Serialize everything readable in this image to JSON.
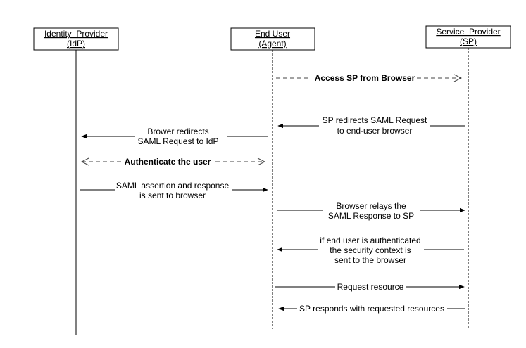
{
  "actors": [
    {
      "id": "idp",
      "lines": [
        "Identity  Provider",
        "(IdP)"
      ]
    },
    {
      "id": "user",
      "lines": [
        "End User",
        "(Agent)"
      ]
    },
    {
      "id": "sp",
      "lines": [
        "Service  Provider",
        "(SP)"
      ]
    }
  ],
  "messages": [
    {
      "id": "access-sp",
      "lines": [
        "Access SP from Browser"
      ],
      "bold": true,
      "dashed": true,
      "from": "user",
      "to": "sp"
    },
    {
      "id": "sp-redirects",
      "lines": [
        "SP redirects SAML Request",
        "to end-user browser"
      ],
      "bold": false,
      "dashed": false,
      "from": "sp",
      "to": "user"
    },
    {
      "id": "browser-redirects",
      "lines": [
        "Brower redirects",
        "SAML Request to IdP"
      ],
      "bold": false,
      "dashed": false,
      "from": "user",
      "to": "idp"
    },
    {
      "id": "authenticate",
      "lines": [
        "Authenticate the user"
      ],
      "bold": true,
      "dashed": true,
      "from": "idp",
      "to": "user",
      "both": true
    },
    {
      "id": "saml-assertion",
      "lines": [
        "SAML assertion and response",
        "is sent to browser"
      ],
      "bold": false,
      "dashed": false,
      "from": "idp",
      "to": "user"
    },
    {
      "id": "browser-relays",
      "lines": [
        "Browser relays the",
        "SAML Response to SP"
      ],
      "bold": false,
      "dashed": false,
      "from": "user",
      "to": "sp"
    },
    {
      "id": "security-context",
      "lines": [
        "if end user is authenticated",
        "the security context is",
        "sent to the browser"
      ],
      "bold": false,
      "dashed": false,
      "from": "sp",
      "to": "user"
    },
    {
      "id": "request-resource",
      "lines": [
        "Request resource"
      ],
      "bold": false,
      "dashed": false,
      "from": "user",
      "to": "sp"
    },
    {
      "id": "sp-responds",
      "lines": [
        "SP responds with requested resources"
      ],
      "bold": false,
      "dashed": false,
      "from": "sp",
      "to": "user"
    }
  ]
}
